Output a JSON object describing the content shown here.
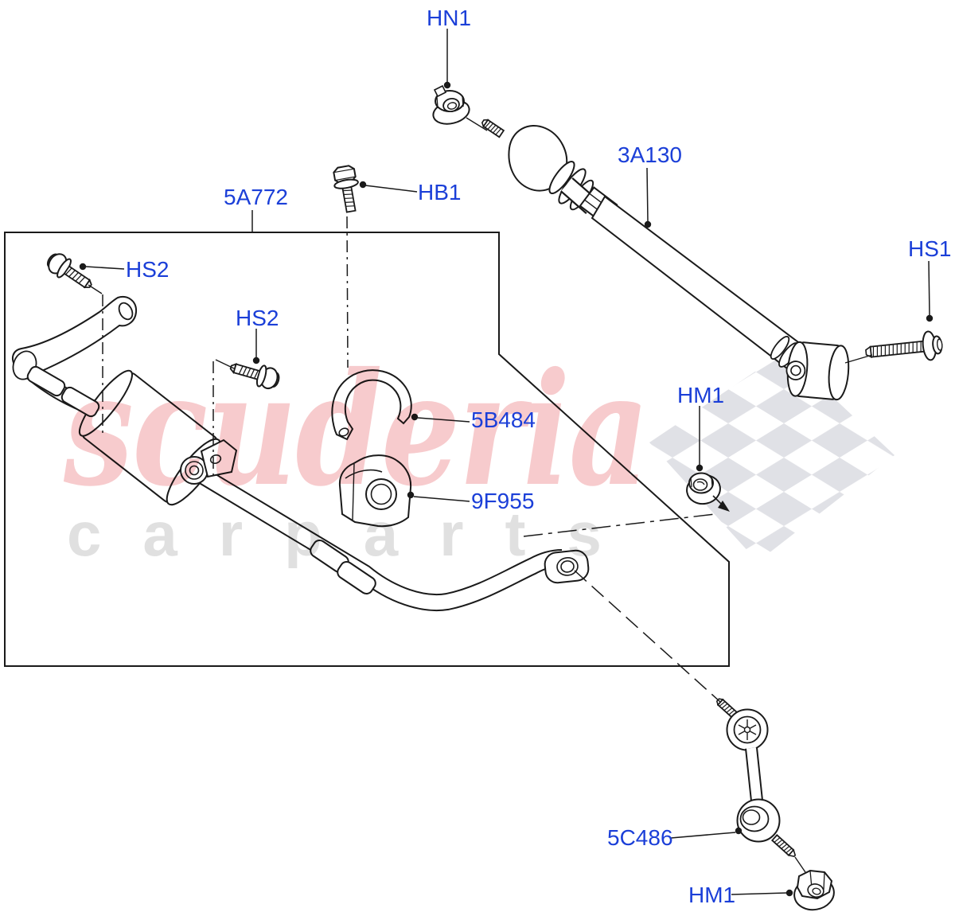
{
  "page": {
    "background_color": "#ffffff"
  },
  "diagram": {
    "type": "exploded-parts-diagram",
    "label_color": "#1b3fd8",
    "line_color": "#1a1a1a",
    "labels": [
      {
        "id": "hn1-top",
        "text": "HN1"
      },
      {
        "id": "3a130",
        "text": "3A130"
      },
      {
        "id": "hb1",
        "text": "HB1"
      },
      {
        "id": "5a772",
        "text": "5A772"
      },
      {
        "id": "hs2-left",
        "text": "HS2"
      },
      {
        "id": "hs2-mid",
        "text": "HS2"
      },
      {
        "id": "hs1",
        "text": "HS1"
      },
      {
        "id": "hm1-upper",
        "text": "HM1"
      },
      {
        "id": "5b484",
        "text": "5B484"
      },
      {
        "id": "9f955",
        "text": "9F955"
      },
      {
        "id": "5c486",
        "text": "5C486"
      },
      {
        "id": "hm1-lower",
        "text": "HM1"
      }
    ]
  },
  "watermark": {
    "brand": "scuderia",
    "brand_color": "#f7cbcd",
    "tagline": "carparts",
    "tagline_color": "#e0e0e0",
    "flag_color": "#dbdce1"
  }
}
